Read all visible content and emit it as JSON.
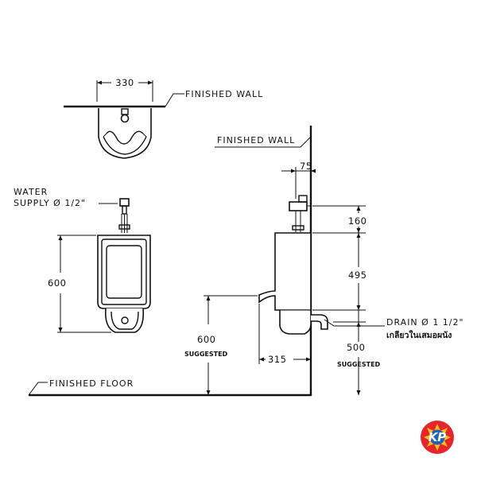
{
  "labels": {
    "finished_wall_top": "FINISHED  WALL",
    "finished_wall_side": "FINISHED  WALL",
    "finished_floor": "FINISHED  FLOOR",
    "water_supply_line1": "WATER",
    "water_supply_line2": "SUPPLY  Ø 1/2\"",
    "drain": "DRAIN  Ø 1 1/2\"",
    "drain_thai": "เกลียวในเสมอผนัง",
    "suggested_left": "SUGGESTED",
    "suggested_right": "SUGGESTED"
  },
  "dimensions": {
    "top_width": "330",
    "front_height": "600",
    "side_offset": "75",
    "side_top": "160",
    "side_body": "495",
    "side_floor_height": "600",
    "side_depth": "315",
    "drain_height": "500"
  },
  "logo": {
    "text": "KP",
    "color_red": "#e8242b",
    "color_yellow": "#f6c11b",
    "color_blue": "#1e63b6"
  }
}
